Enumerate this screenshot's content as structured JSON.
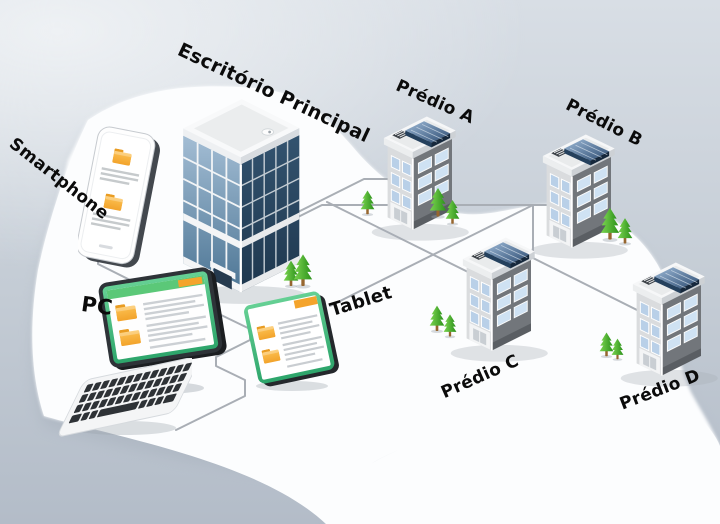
{
  "nodes": {
    "main_office": {
      "label": "Escritório Principal",
      "icon": "office-tower-icon"
    },
    "smartphone": {
      "label": "Smartphone",
      "icon": "smartphone-icon"
    },
    "pc": {
      "label": "PC",
      "icon": "desktop-monitor-icon"
    },
    "tablet": {
      "label": "Tablet",
      "icon": "tablet-icon"
    },
    "building_a": {
      "label": "Prédio A",
      "icon": "office-building-icon"
    },
    "building_b": {
      "label": "Prédio B",
      "icon": "office-building-icon"
    },
    "building_c": {
      "label": "Prédio C",
      "icon": "office-building-icon"
    },
    "building_d": {
      "label": "Prédio D",
      "icon": "office-building-icon"
    }
  },
  "connections": [
    {
      "from": "main_office",
      "to": "smartphone"
    },
    {
      "from": "main_office",
      "to": "pc"
    },
    {
      "from": "main_office",
      "to": "tablet"
    },
    {
      "from": "main_office",
      "to": "building_a"
    },
    {
      "from": "main_office",
      "to": "building_c"
    },
    {
      "from": "building_a",
      "to": "building_b"
    },
    {
      "from": "building_a",
      "to": "building_d"
    },
    {
      "from": "tablet",
      "to": "building_b"
    }
  ],
  "colors": {
    "background_top": "#e8ecf1",
    "background_bottom": "#b3bcc8",
    "blob_white": "#fcfdfe",
    "connector_gray": "#a9aeb5",
    "glass_blue_light": "#9db8d0",
    "glass_blue_dark": "#1f3a52",
    "facade_gray": "#72767b",
    "accent_green": "#52c57e",
    "folder_orange": "#f4a42c",
    "tree_green": "#3aa823"
  }
}
